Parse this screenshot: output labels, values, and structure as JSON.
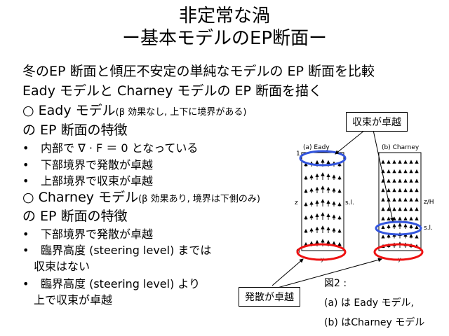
{
  "title": {
    "line1": "非定常な渦",
    "line2": "ー基本モデルのEP断面ー"
  },
  "intro": {
    "line1": "冬のEP 断面と傾圧不安定の単純なモデルの EP 断面を比較",
    "line2": "Eady モデルと Charney モデルの EP 断面を描く"
  },
  "eady": {
    "heading": "○ Eady モデル",
    "note": "(β 効果なし, 上下に境界がある)",
    "subheading": "の EP 断面の特徴",
    "bullets": [
      "内部で ∇ · F ＝ 0 となっている",
      "下部境界で発散が卓越",
      "上部境界で収束が卓越"
    ]
  },
  "charney": {
    "heading": "○ Charney モデル",
    "note": "(β 効果あり, 境界は下側のみ)",
    "subheading": "の EP 断面の特徴",
    "bullets": [
      {
        "line1": "下部境界で発散が卓越"
      },
      {
        "line1": "臨界高度 (steering level) までは",
        "line2": "収束はない"
      },
      {
        "line1": "臨界高度 (steering level) より",
        "line2": "上で収束が卓越"
      }
    ]
  },
  "callouts": {
    "convergence": "収束が卓越",
    "divergence": "発散が卓越"
  },
  "figure": {
    "panel_a": "(a)  Eady",
    "panel_b": "(b) Charney",
    "y_top": "1",
    "y_zero": "0",
    "z_label": "z",
    "z_h_label": "z/H",
    "sl": "s.l.",
    "y_axis": "y"
  },
  "caption": {
    "line1": "図2 :",
    "line2": "(a) は Eady モデル,",
    "line3": "(b) はCharney モデル"
  },
  "colors": {
    "blue": "#3355dd",
    "red": "#ee1111"
  }
}
